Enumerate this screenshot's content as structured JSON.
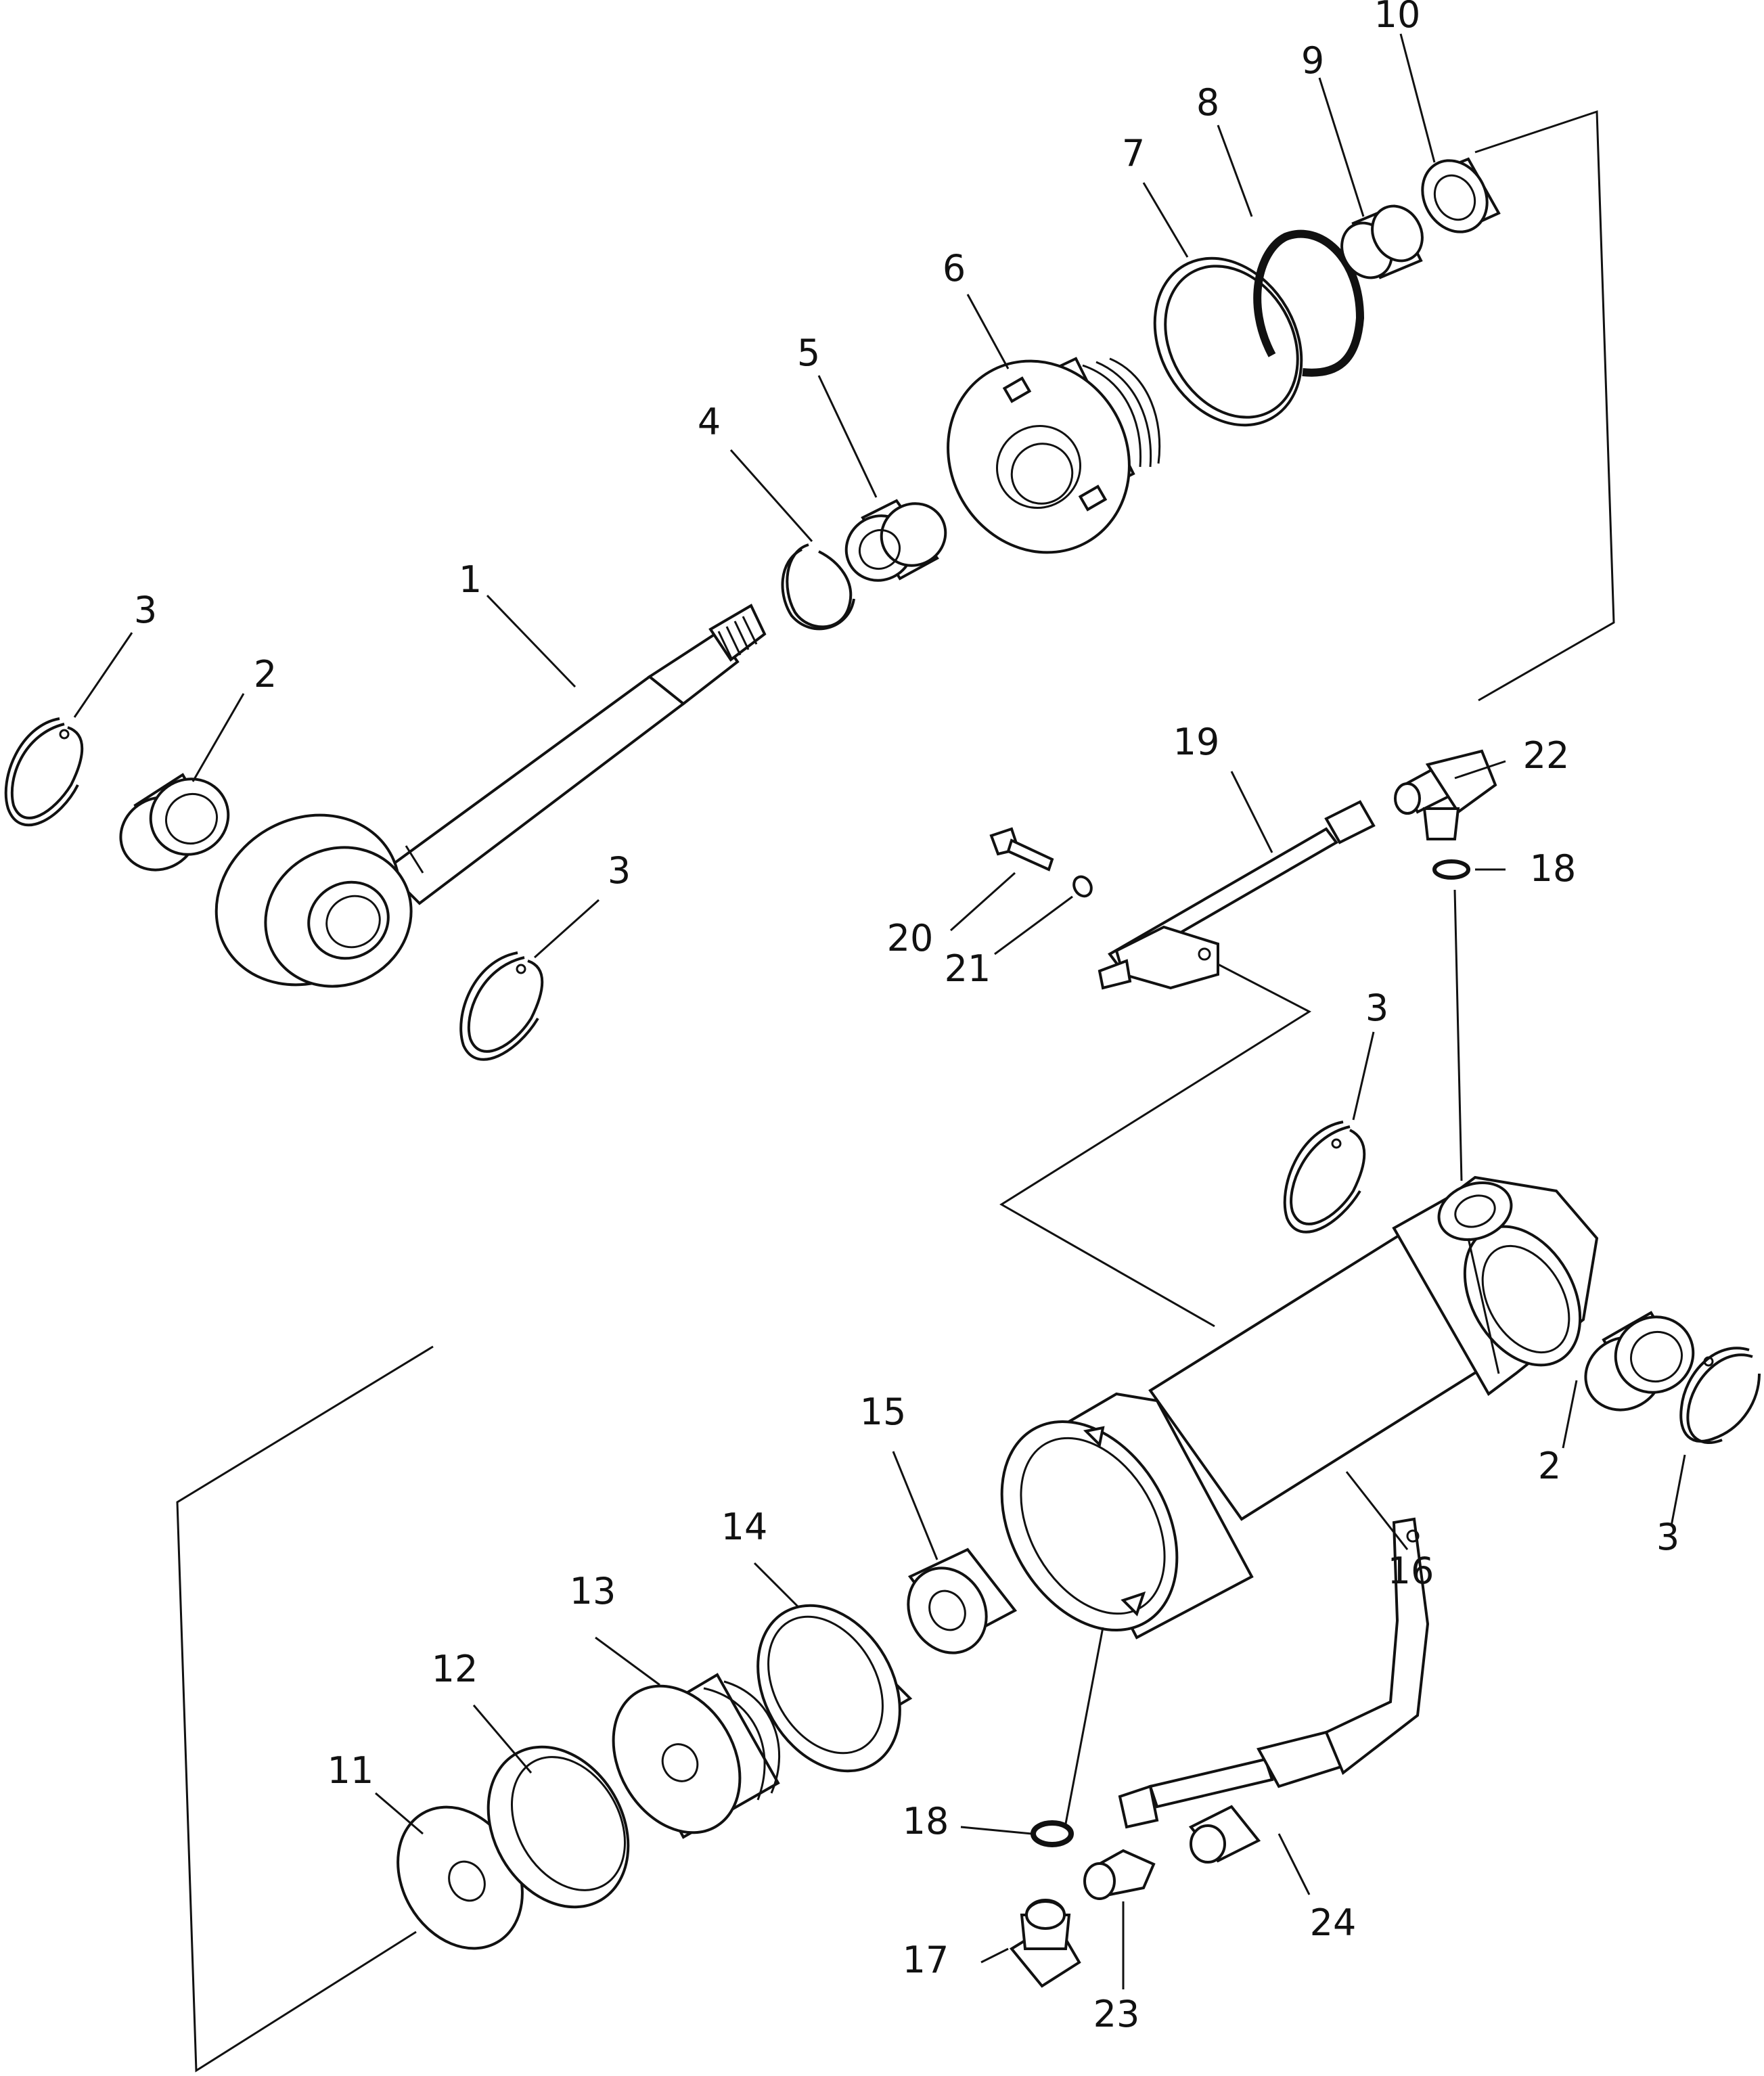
{
  "diagram": {
    "type": "exploded parts diagram",
    "colors": {
      "ink": "#111111",
      "paper": "#ffffff"
    },
    "callouts": [
      {
        "id": "c1",
        "text": "1"
      },
      {
        "id": "c2a",
        "text": "2"
      },
      {
        "id": "c2b",
        "text": "2"
      },
      {
        "id": "c3a",
        "text": "3"
      },
      {
        "id": "c3b",
        "text": "3"
      },
      {
        "id": "c3c",
        "text": "3"
      },
      {
        "id": "c3d",
        "text": "3"
      },
      {
        "id": "c4",
        "text": "4"
      },
      {
        "id": "c5",
        "text": "5"
      },
      {
        "id": "c6",
        "text": "6"
      },
      {
        "id": "c7",
        "text": "7"
      },
      {
        "id": "c8",
        "text": "8"
      },
      {
        "id": "c9",
        "text": "9"
      },
      {
        "id": "c10",
        "text": "10"
      },
      {
        "id": "c11",
        "text": "11"
      },
      {
        "id": "c12",
        "text": "12"
      },
      {
        "id": "c13",
        "text": "13"
      },
      {
        "id": "c14",
        "text": "14"
      },
      {
        "id": "c15",
        "text": "15"
      },
      {
        "id": "c16",
        "text": "16"
      },
      {
        "id": "c17",
        "text": "17"
      },
      {
        "id": "c18a",
        "text": "18"
      },
      {
        "id": "c18b",
        "text": "18"
      },
      {
        "id": "c19",
        "text": "19"
      },
      {
        "id": "c20",
        "text": "20"
      },
      {
        "id": "c21",
        "text": "21"
      },
      {
        "id": "c22",
        "text": "22"
      },
      {
        "id": "c23",
        "text": "23"
      },
      {
        "id": "c24",
        "text": "24"
      }
    ]
  }
}
